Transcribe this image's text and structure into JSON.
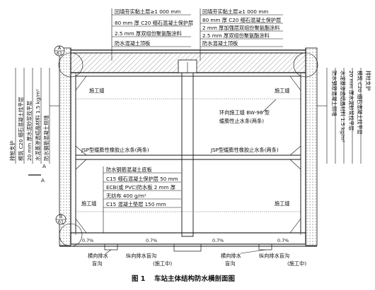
{
  "caption": {
    "fig": "图 1",
    "title": "车站主体结构防水横剖面图"
  },
  "roof_layers_left": [
    "回填夯实黏土层≥1 000 mm",
    "80 mm 厚 C20 细石混凝土保护层",
    "2.5 mm 厚双组份聚氨酯涂料",
    "防水混凝土顶板"
  ],
  "roof_layers_right": [
    "回填夯实黏土层≥1 000 mm",
    "80 mm 厚 C20 细石混凝土保护层",
    "2 mm 厚加强层双组份聚氨酯涂料",
    "2.5 mm 厚双组份聚氨酯涂料",
    "防水混凝土顶板"
  ],
  "left_wall_layers": [
    "排桩支护",
    "模筑 C20 细石混凝土找平层",
    "20 mm 厚水泥砂浆找平层",
    "水泥基渗透结晶材料 1.5 kg/m²",
    "防水钢筋混凝土侧墙"
  ],
  "right_wall_layers": [
    "防水钢筋混凝土侧墙",
    "水泥基渗透结晶材料 1.5 kg/m²",
    "20 mm 厚水泥砂浆找平层",
    "模筑 C20 细石混凝土找平层",
    "排桩支护"
  ],
  "bottom_layers": [
    "防水钢筋混凝土底板",
    "C15 细石混凝土保护层 50 mm",
    "ECB(或 PVC)防水板 2 mm 厚",
    "无纺布 400 g/m²",
    "C15 混凝土垫层 150 mm"
  ],
  "labels": {
    "joint_tl": "施工缝",
    "joint_tr": "施工缝",
    "joint_br": "施工缝",
    "joint_bl": "施工缝",
    "ring_joint_1": "环向施工缝 BW-96 型",
    "ring_joint_2": "缓膨性止水条(两条)",
    "jsp_left": "JSP型缓膨性橡胶止水条(两条)",
    "jsp_right": "JSP型缓膨性橡胶止水条(两条)",
    "section_a": "A",
    "section_a_bottom": "A",
    "detail_a_letter": "A",
    "detail_a_num": "61",
    "detail_b_letter": "B",
    "detail_b_num": "61",
    "slope_1": "0.7%",
    "slope_2": "0.7%",
    "slope_3": "0.7%",
    "slope_4": "0.7%",
    "drain_h_left_1": "横向排水",
    "drain_h_left_2": "盲沟",
    "drain_v_left_1": "纵向排水盲沟",
    "drain_h_right_1": "横向排水",
    "drain_h_right_2": "盲沟",
    "drain_v_right_1": "纵向排水盲沟",
    "construct_left": "(施工中)",
    "construct_right": "(施工中)"
  }
}
